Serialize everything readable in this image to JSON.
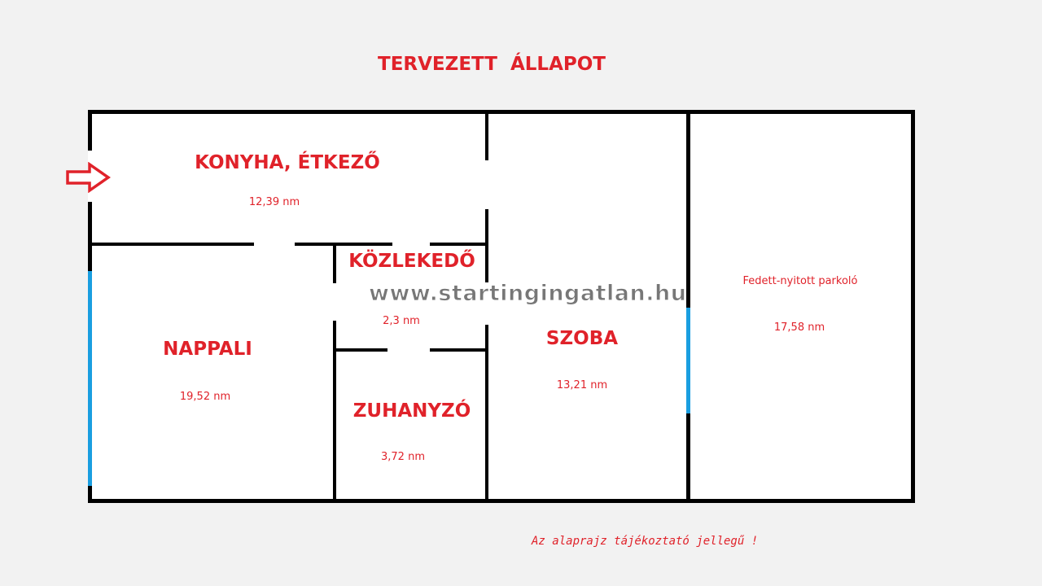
{
  "title": "TERVEZETT  ÁLLAPOT",
  "rooms": [
    {
      "name": "KONYHA, ÉTKEZŐ",
      "area": "12,39 nm"
    },
    {
      "name": "NAPPALI",
      "area": "19,52 nm"
    },
    {
      "name": "KÖZLEKEDŐ",
      "area": "2,3 nm"
    },
    {
      "name": "ZUHANYZÓ",
      "area": "3,72 nm"
    },
    {
      "name": "SZOBA",
      "area": "13,21 nm"
    },
    {
      "name": "Fedett-nyitott parkoló",
      "area": "17,58 nm"
    }
  ],
  "watermark": "www.startingingatlan.hu",
  "note": "Az alaprajz tájékoztató jellegű !",
  "colors": {
    "text": "#e0222a",
    "window": "#1a9ee0",
    "wall": "#000000"
  }
}
